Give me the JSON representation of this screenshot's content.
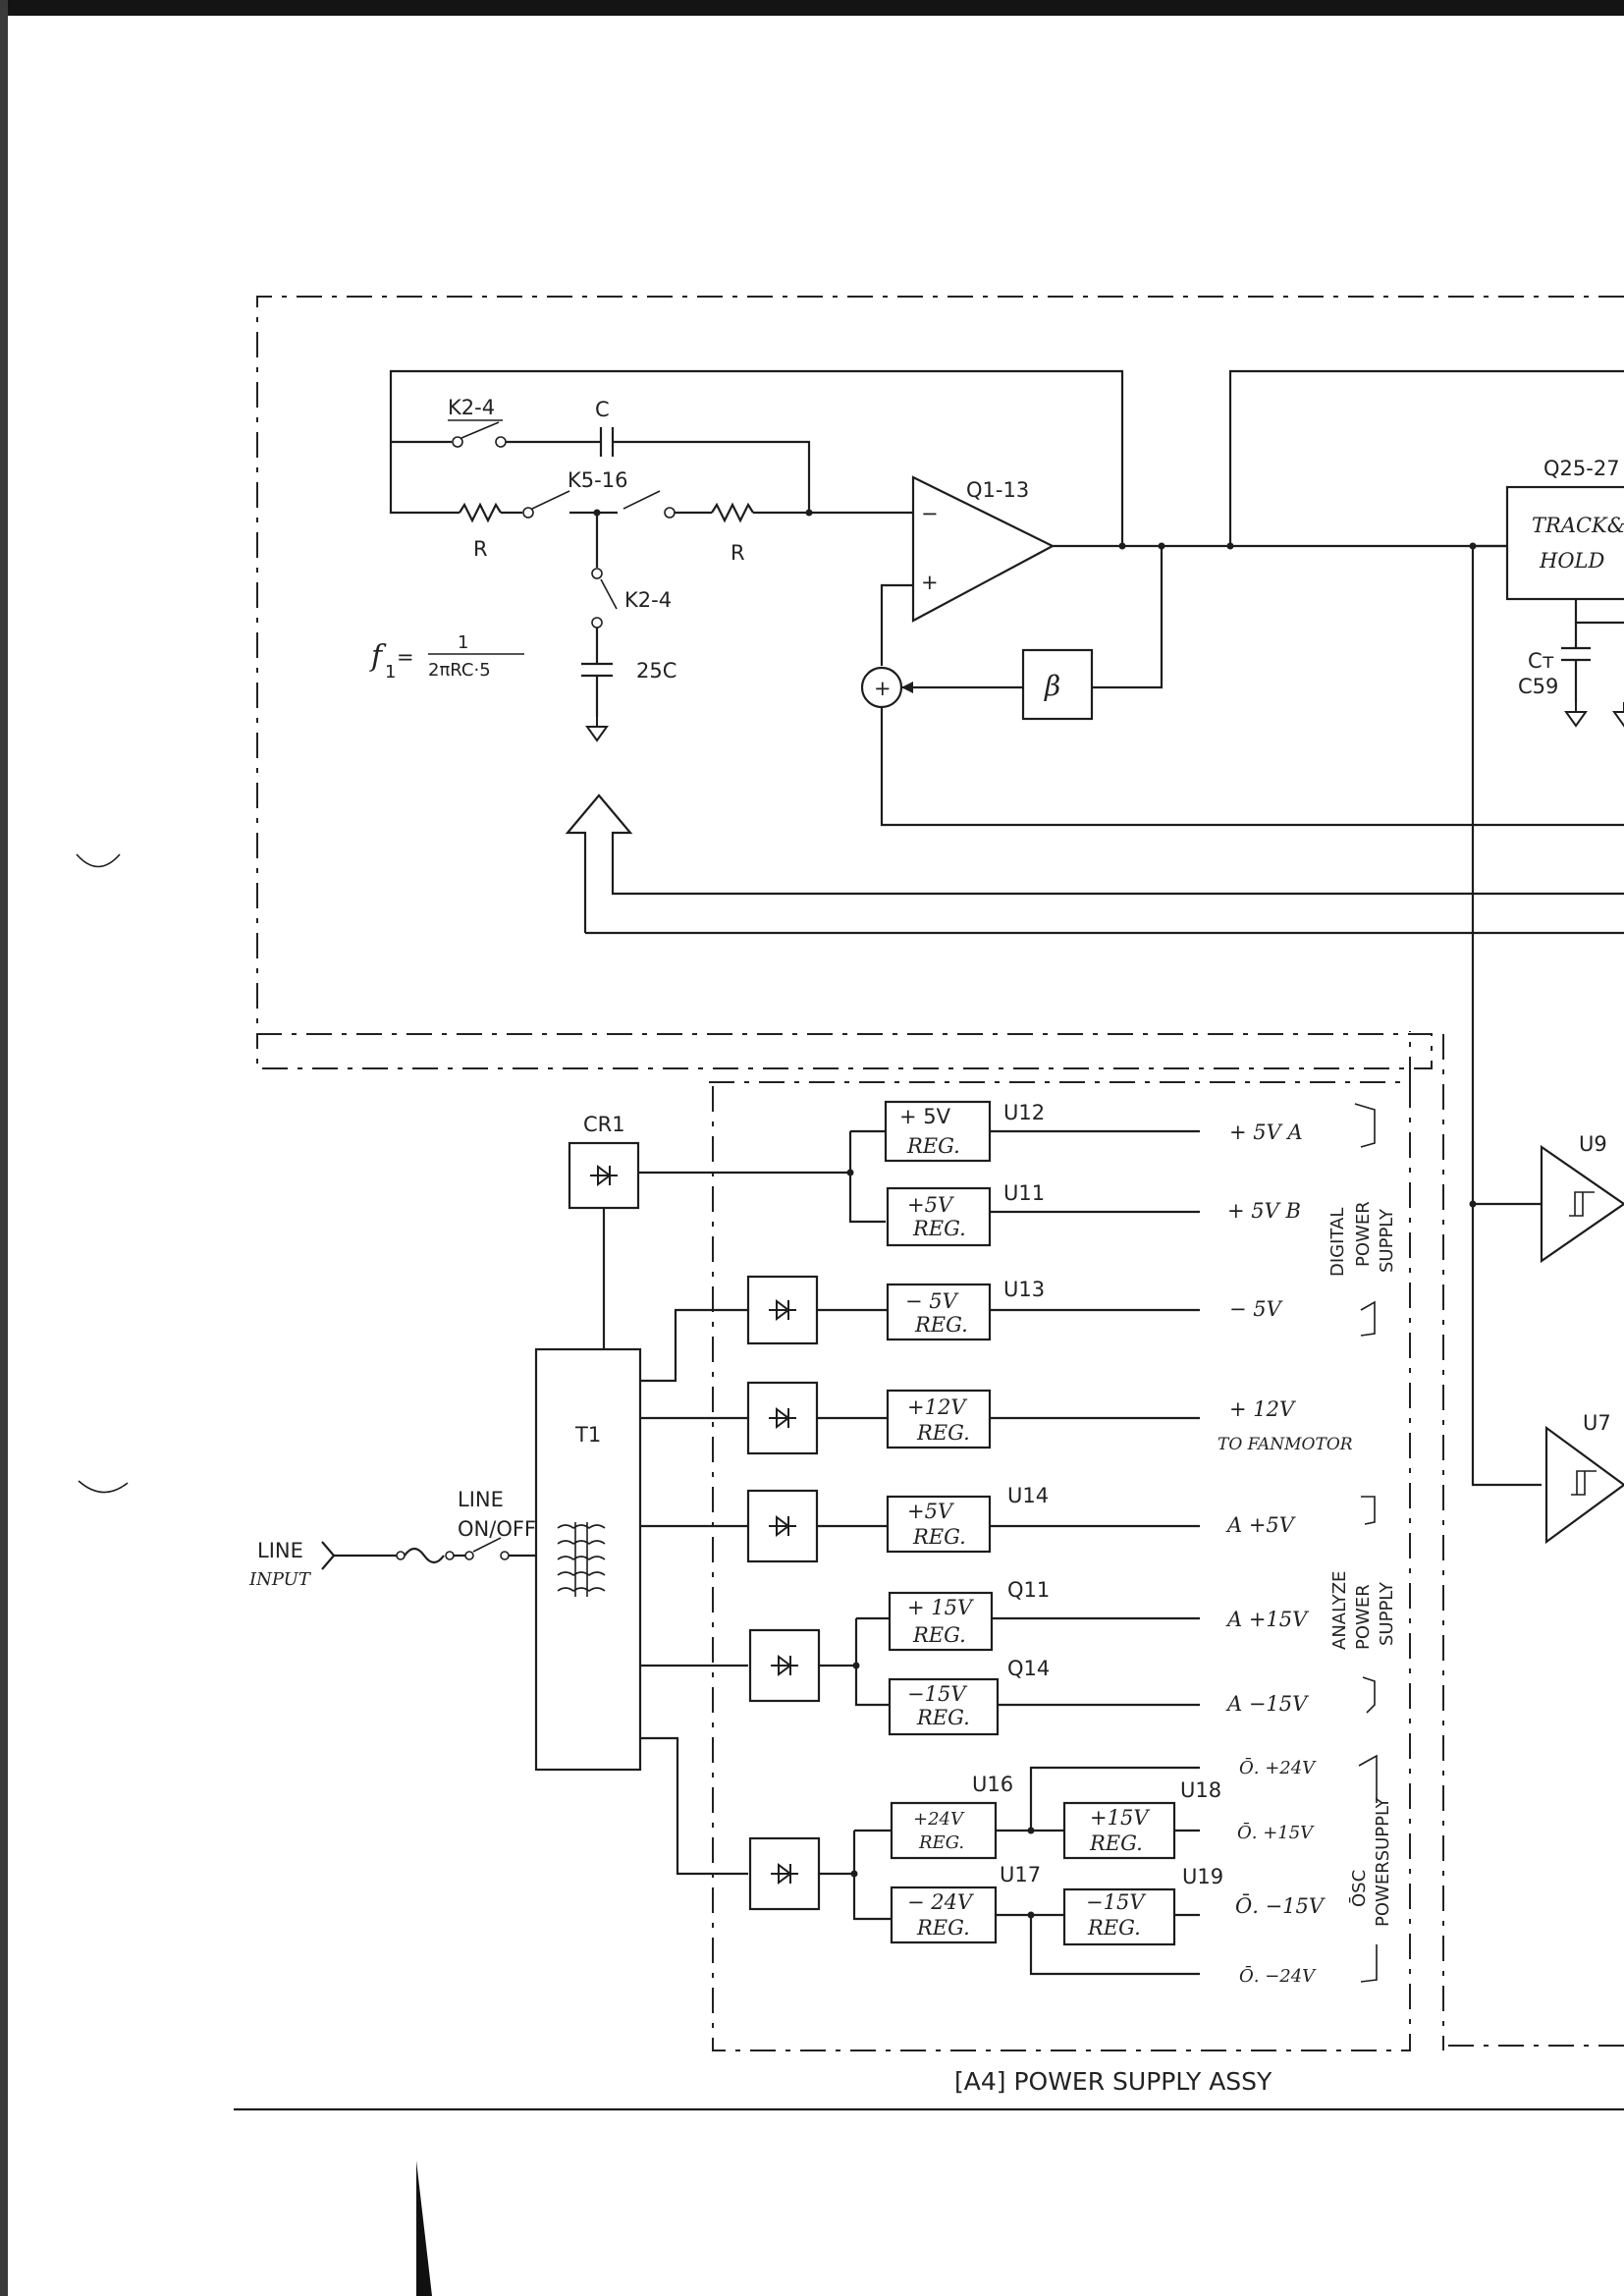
{
  "filter_section": {
    "k2_4_top": "K2-4",
    "cap_c": "C",
    "k5_16": "K5-16",
    "resistor_left": "R",
    "resistor_right": "R",
    "k2_4_mid": "K2-4",
    "cap_25c": "25C",
    "formula_left": "f",
    "formula_sub": "1",
    "formula_num": "1",
    "formula_den": "2πRC·5",
    "amp_label": "Q1-13",
    "amp_minus": "−",
    "amp_plus": "+",
    "summer_sign": "+",
    "beta": "β",
    "track_hold_ref": "Q25-27",
    "track_hold_line1": "TRACK&",
    "track_hold_line2": "HOLD",
    "ct_label": "Cᴛ",
    "c59_label": "C59",
    "u9": "U9",
    "u7": "U7"
  },
  "power_supply": {
    "cr1": "CR1",
    "t1": "T1",
    "line_input_1": "LINE",
    "line_input_2": "INPUT",
    "line_switch_1": "LINE",
    "line_switch_2": "ON/OFF",
    "regulators": [
      {
        "id": "U12",
        "line1": "+ 5V",
        "line2": "REG."
      },
      {
        "id": "U11",
        "line1": "+5V",
        "line2": "REG."
      },
      {
        "id": "U13",
        "line1": "− 5V",
        "line2": "REG."
      },
      {
        "id": "",
        "line1": "+12V",
        "line2": "REG."
      },
      {
        "id": "U14",
        "line1": "+5V",
        "line2": "REG."
      },
      {
        "id": "Q11",
        "line1": "+ 15V",
        "line2": "REG."
      },
      {
        "id": "Q14",
        "line1": "−15V",
        "line2": "REG."
      },
      {
        "id": "U16",
        "line1": "+24V",
        "line2": "REG."
      },
      {
        "id": "U18",
        "line1": "+15V",
        "line2": "REG."
      },
      {
        "id": "U17",
        "line1": "− 24V",
        "line2": "REG."
      },
      {
        "id": "U19",
        "line1": "−15V",
        "line2": "REG."
      }
    ],
    "outputs": {
      "p5va": "+ 5V A",
      "p5vb": "+ 5V B",
      "m5v": "− 5V",
      "p12v": "+ 12V",
      "fan": "TO FANMOTOR",
      "ap5v": "A +5V",
      "ap15v": "A +15V",
      "am15v": "A −15V",
      "op24v": "Ō. +24V",
      "op15v": "Ō. +15V",
      "om15v": "Ō. −15V",
      "om24v": "Ō. −24V"
    },
    "groups": {
      "digital_1": "DIGITAL",
      "digital_2": "POWER",
      "digital_3": "SUPPLY",
      "analyze_1": "ANALYZE",
      "analyze_2": "POWER",
      "analyze_3": "SUPPLY",
      "osc_1": "ŌSC",
      "osc_2": "POWERSUPPLY"
    },
    "assembly_title": "[A4] POWER SUPPLY ASSY"
  }
}
